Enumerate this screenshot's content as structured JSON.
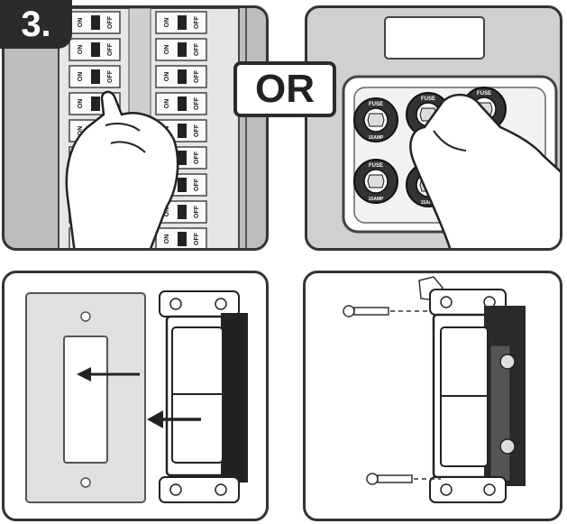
{
  "step_number": "3.",
  "connector": "OR",
  "breaker_panel": {
    "on_label": "ON",
    "off_label": "OFF"
  },
  "fuse_box": {
    "fuse_label": "FUSE",
    "fuse_base": "15AMP"
  }
}
